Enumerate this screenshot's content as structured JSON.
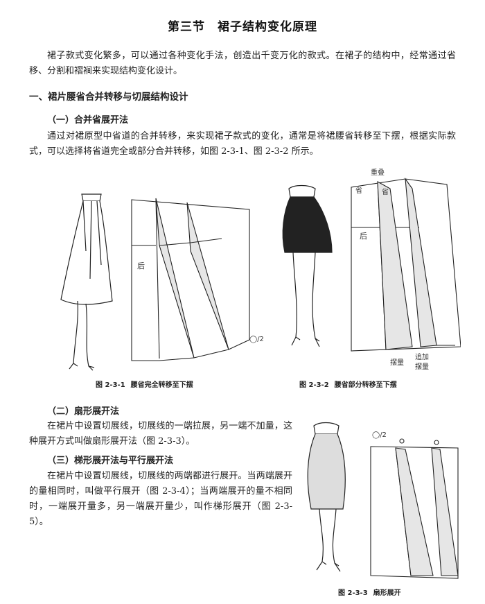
{
  "title": {
    "section": "第三节",
    "name": "裙子结构变化原理"
  },
  "intro": "裙子款式变化繁多，可以通过各种变化手法，创造出千变万化的款式。在裙子的结构中，经常通过省移、分割和褶裥来实现结构变化设计。",
  "section1": {
    "heading": "一、裙片腰省合并转移与切展结构设计",
    "sub1": {
      "heading": "（一）合并省展开法",
      "text": "通过对裙原型中省道的合并转移，来实现裙子款式的变化，通常是将裙腰省转移至下摆，根据实际款式，可以选择将省道完全或部分合并转移，如图 2-3-1、图 2-3-2 所示。"
    },
    "sub2": {
      "heading": "（二）扇形展开法",
      "text": "在裙片中设置切展线，切展线的一端拉展，另一端不加量，这种展开方式叫做扇形展开法（图 2-3-3）。"
    },
    "sub3": {
      "heading": "（三）梯形展开法与平行展开法",
      "text": "在裙片中设置切展线，切展线的两端都进行展开。当两端展开的量相同时，叫做平行展开（图 2-3-4）；当两端展开的量不相同时，一端展开量多，另一端展开量少，叫作梯形展开（图 2-3-5）。"
    }
  },
  "figures": {
    "fig1": {
      "number": "图 2-3-1",
      "caption": "腰省完全转移至下摆",
      "label_back": "后",
      "label_half": "◯/2"
    },
    "fig2": {
      "number": "图 2-3-2",
      "caption": "腰省部分转移至下摆",
      "label_overlap": "重叠",
      "label_dart1": "省",
      "label_dart2": "省",
      "label_back": "后",
      "label_hem": "摆量",
      "label_add1": "追加",
      "label_add2": "摆量"
    },
    "fig3": {
      "number": "图 2-3-3",
      "caption": "扇形展开",
      "label_half": "◯/2"
    }
  }
}
